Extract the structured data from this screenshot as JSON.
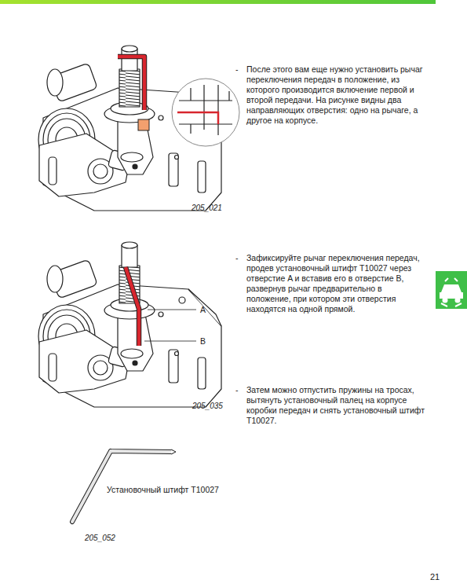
{
  "diagram": {
    "labels": [
      "-",
      "После этого вам еще нужно установить рычаг переключения передач в положение, из которого производится включение первой и второй передачи. На рисунке видны два направляющих отверстия: одно на рычаге, а другое на корпусе.",
      "205_021",
      "-",
      "Зафиксируйте рычаг переключения передач, продев установочный штифт T10027 через отверстие A и вставив его в отверстие B, развернув рычаг предварительно в положение, при котором эти отверстия находятся на одной прямой.",
      "A",
      "B",
      "205_035",
      "-",
      "Затем можно отпустить пружины на тросах, вытянуть установочный палец на корпусе коробки передач и снять установочный штифт T10027.",
      "Установочный штифт T10027",
      "205_052",
      "21"
    ]
  }
}
